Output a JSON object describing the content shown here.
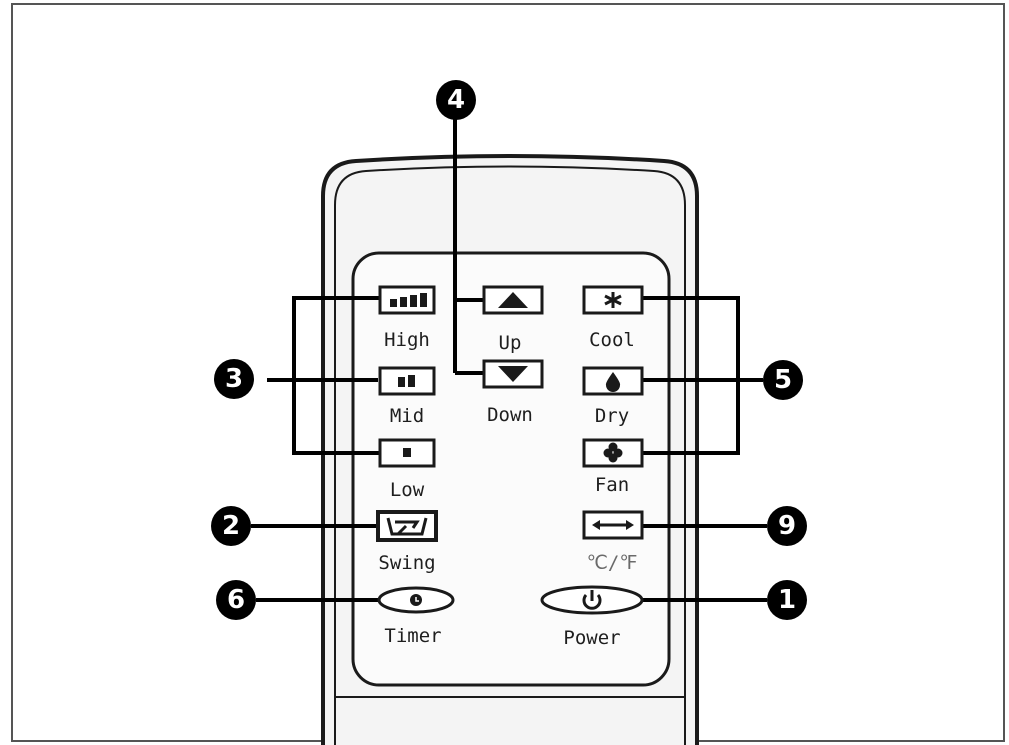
{
  "buttons": {
    "high": "High",
    "mid": "Mid",
    "low": "Low",
    "swing": "Swing",
    "timer": "Timer",
    "up": "Up",
    "down": "Down",
    "cool": "Cool",
    "dry": "Dry",
    "fan": "Fan",
    "temp_unit": "℃/℉",
    "power": "Power"
  },
  "callouts": {
    "power": "1",
    "swing": "2",
    "fan_speed": "3",
    "temperature": "4",
    "mode": "5",
    "timer": "6",
    "temp_unit": "9"
  },
  "icons": {
    "high": "signal-bars-icon",
    "mid": "signal-bars-icon",
    "low": "signal-bar-icon",
    "swing": "swing-icon",
    "up": "triangle-up-icon",
    "down": "triangle-down-icon",
    "cool": "snowflake-icon",
    "dry": "droplet-icon",
    "fan": "fan-icon",
    "temp_unit": "double-arrow-icon",
    "timer": "clock-icon",
    "power": "power-icon"
  },
  "colors": {
    "ink": "#1a1a1a",
    "callout_fill": "#000000",
    "callout_text": "#ffffff",
    "remote_fill": "#f4f4f4",
    "panel_fill": "#fbfbfb",
    "muted_label": "#6a6a6a"
  }
}
